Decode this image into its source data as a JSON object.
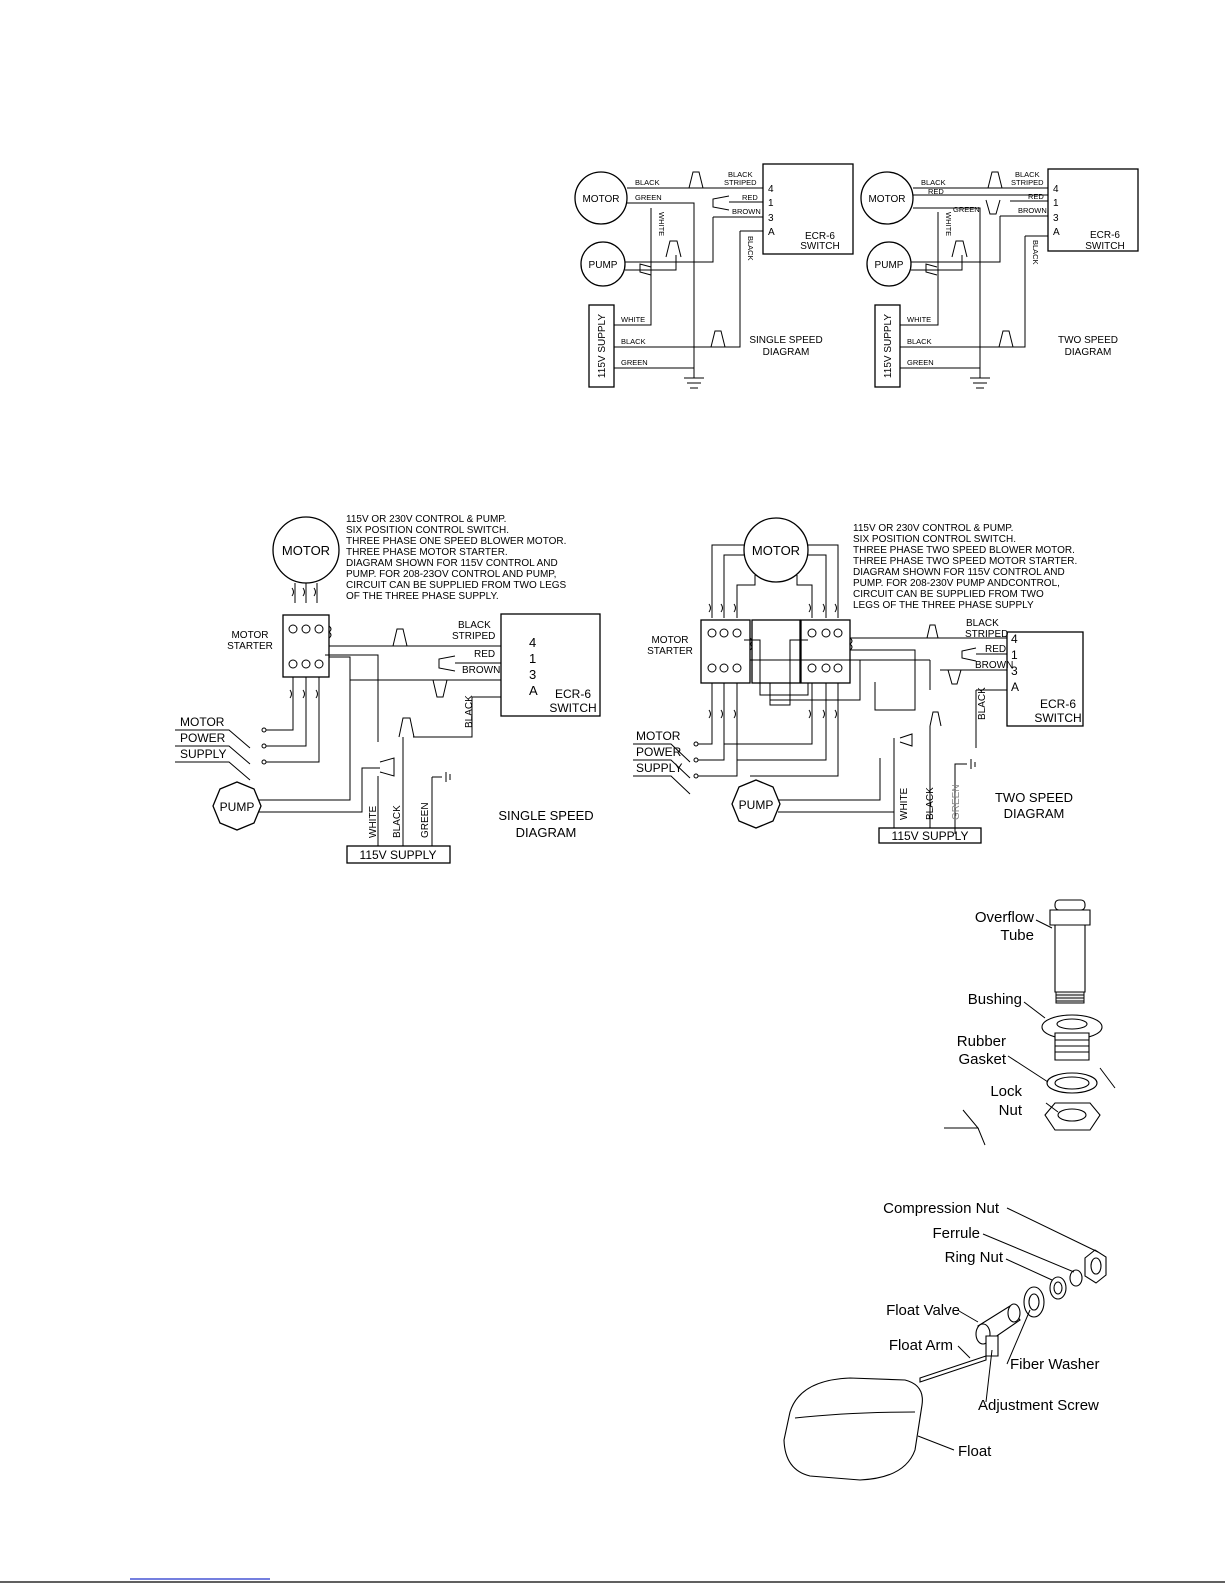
{
  "diagram1": {
    "motor": "MOTOR",
    "pump": "PUMP",
    "supply": "115V SUPPLY",
    "wire_black": "BLACK",
    "wire_green": "GREEN",
    "wire_white": "WHITE",
    "wire_black_vertical": "BLACK",
    "supply_white": "WHITE",
    "supply_black": "BLACK",
    "supply_green": "GREEN",
    "black_striped_1": "BLACK",
    "black_striped_2": "STRIPED",
    "wire_red": "RED",
    "wire_brown": "BROWN",
    "term_4": "4",
    "term_1": "1",
    "term_3": "3",
    "term_a": "A",
    "switch_1": "ECR-6",
    "switch_2": "SWITCH",
    "caption_1": "SINGLE SPEED",
    "caption_2": "DIAGRAM"
  },
  "diagram2": {
    "motor": "MOTOR",
    "pump": "PUMP",
    "supply": "115V SUPPLY",
    "wire_black": "BLACK",
    "wire_red": "RED",
    "wire_green": "GREEN",
    "wire_white": "WHITE",
    "wire_black_vertical": "BLACK",
    "supply_white": "WHITE",
    "supply_black": "BLACK",
    "supply_green": "GREEN",
    "black_striped_1": "BLACK",
    "black_striped_2": "STRIPED",
    "term_red": "RED",
    "term_brown": "BROWN",
    "term_4": "4",
    "term_1": "1",
    "term_3": "3",
    "term_a": "A",
    "switch_1": "ECR-6",
    "switch_2": "SWITCH",
    "caption_1": "TWO SPEED",
    "caption_2": "DIAGRAM"
  },
  "diagram3": {
    "notes": [
      "115V OR 230V CONTROL & PUMP.",
      "SIX POSITION CONTROL SWITCH.",
      "THREE PHASE ONE SPEED BLOWER MOTOR.",
      "THREE PHASE MOTOR STARTER.",
      "DIAGRAM SHOWN FOR 115V CONTROL AND",
      "PUMP.  FOR 208-23OV CONTROL AND PUMP,",
      "CIRCUIT CAN BE SUPPLIED FROM TWO LEGS",
      "OF THE THREE PHASE SUPPLY."
    ],
    "motor": "MOTOR",
    "starter_1": "MOTOR",
    "starter_2": "STARTER",
    "power_1": "MOTOR",
    "power_2": "POWER",
    "power_3": "SUPPLY",
    "pump": "PUMP",
    "black_striped_1": "BLACK",
    "black_striped_2": "STRIPED",
    "wire_red": "RED",
    "wire_brown": "BROWN",
    "wire_black": "BLACK",
    "term_4": "4",
    "term_1": "1",
    "term_3": "3",
    "term_a": "A",
    "switch_1": "ECR-6",
    "switch_2": "SWITCH",
    "supply_white": "WHITE",
    "supply_black": "BLACK",
    "supply_green": "GREEN",
    "supply": "115V SUPPLY",
    "caption_1": "SINGLE SPEED",
    "caption_2": "DIAGRAM"
  },
  "diagram4": {
    "notes": [
      "115V OR 230V CONTROL & PUMP.",
      "SIX POSITION CONTROL SWITCH.",
      "THREE PHASE TWO SPEED BLOWER MOTOR.",
      "THREE PHASE TWO SPEED MOTOR STARTER.",
      "DIAGRAM SHOWN FOR 115V CONTROL AND",
      "PUMP. FOR 208-230V PUMP ANDCONTROL,",
      "CIRCUIT CAN BE SUPPLIED FROM TWO",
      "LEGS OF THE THREE PHASE SUPPLY"
    ],
    "motor": "MOTOR",
    "starter_1": "MOTOR",
    "starter_2": "STARTER",
    "power_1": "MOTOR",
    "power_2": "POWER",
    "power_3": "SUPPLY",
    "pump": "PUMP",
    "black_striped_1": "BLACK",
    "black_striped_2": "STRIPED",
    "wire_red": "RED",
    "wire_brown": "BROWN",
    "wire_black": "BLACK",
    "term_4": "4",
    "term_1": "1",
    "term_3": "3",
    "term_a": "A",
    "switch_1": "ECR-6",
    "switch_2": "SWITCH",
    "supply_white": "WHITE",
    "supply_black": "BLACK",
    "supply_green": "GREEN",
    "supply": "115V SUPPLY",
    "caption_1": "TWO SPEED",
    "caption_2": "DIAGRAM"
  },
  "overflow_parts": {
    "tube_1": "Overflow",
    "tube_2": "Tube",
    "bushing": "Bushing",
    "gasket_1": "Rubber",
    "gasket_2": "Gasket",
    "locknut_1": "Lock",
    "locknut_2": "Nut"
  },
  "float_parts": {
    "compression_nut": "Compression Nut",
    "ferrule": "Ferrule",
    "ring_nut": "Ring Nut",
    "float_valve": "Float Valve",
    "float_arm": "Float Arm",
    "fiber_washer": "Fiber Washer",
    "adjustment_screw": "Adjustment Screw",
    "float": "Float"
  },
  "colors": {
    "line": "#000000",
    "footer_link": "#2233cc",
    "green_wire_label": "#888888"
  }
}
